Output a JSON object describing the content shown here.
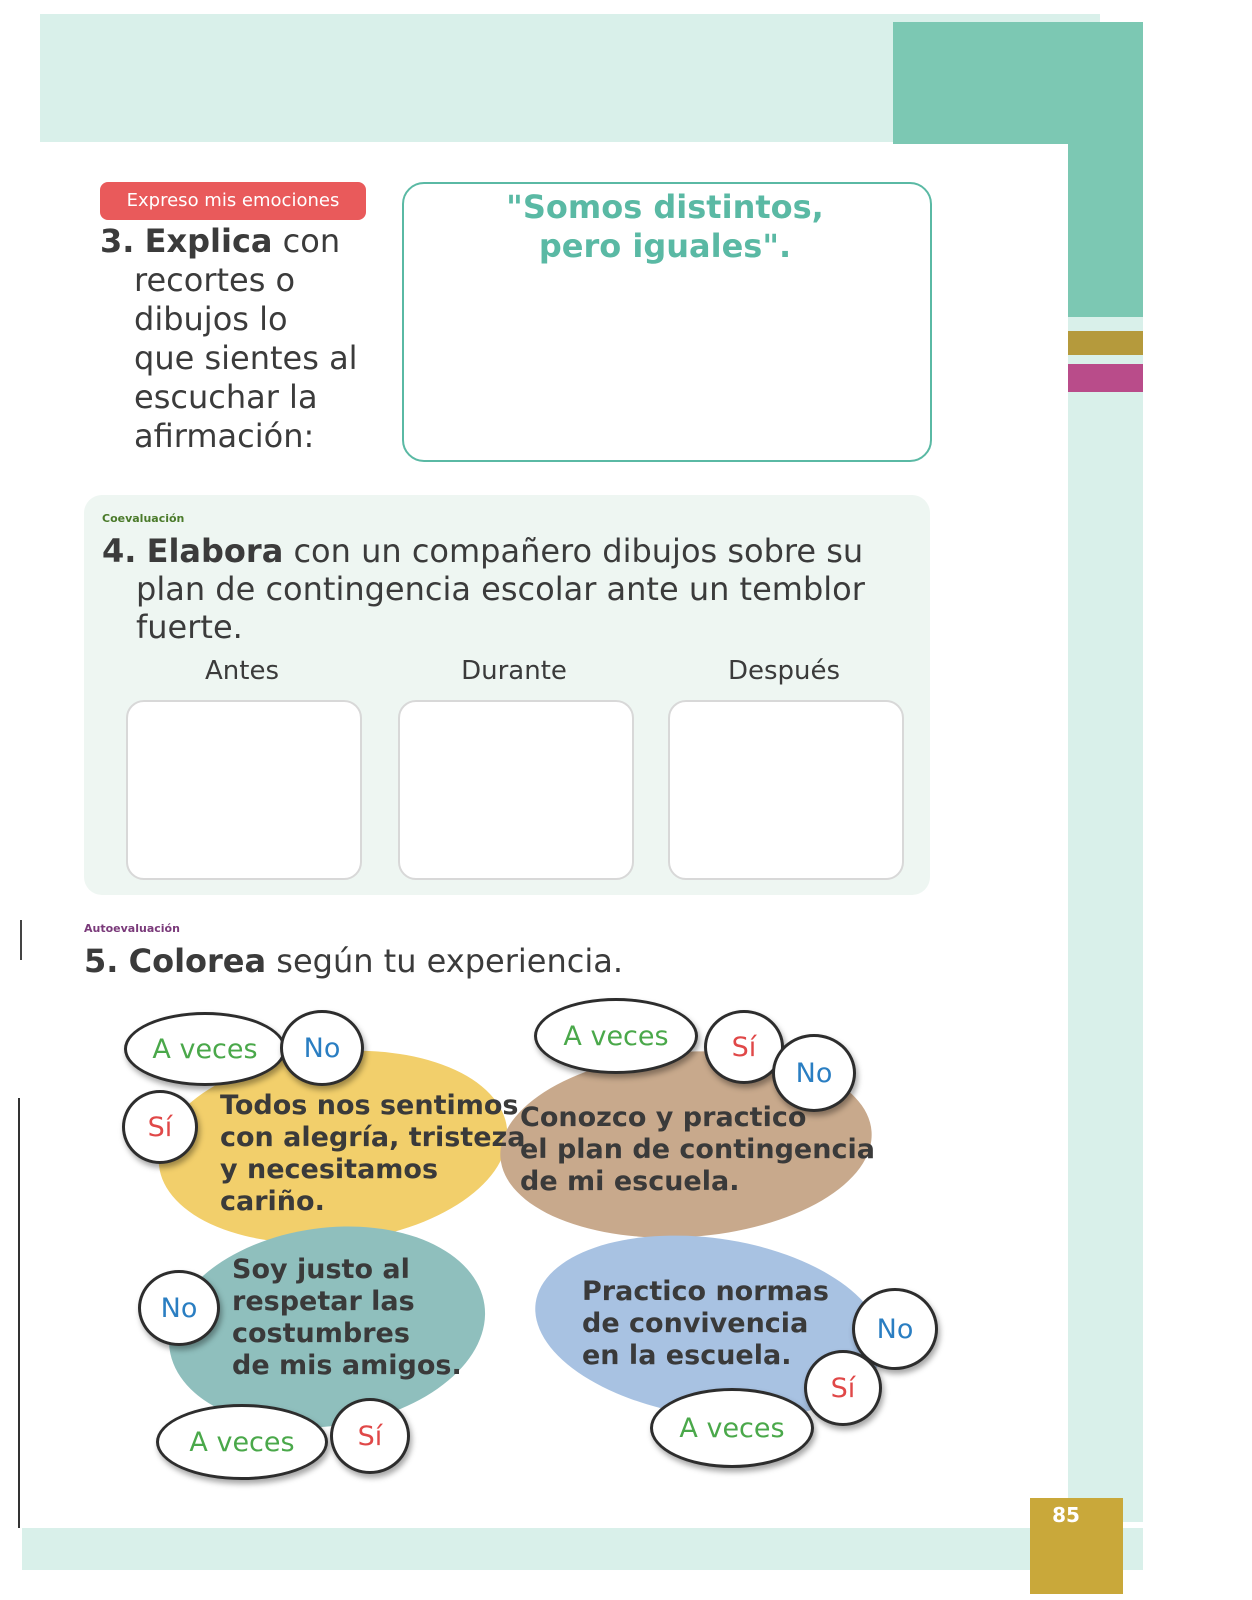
{
  "page": {
    "number": "85"
  },
  "activity3": {
    "badge": "Expreso mis emociones",
    "number": "3.",
    "verb": "Explica",
    "lines": [
      "con",
      "recortes o",
      "dibujos lo",
      "que sientes al",
      "escuchar la",
      "afirmación:"
    ],
    "quote_line1": "\"Somos distintos,",
    "quote_line2": "pero iguales\"."
  },
  "activity4": {
    "label": "Coevaluación",
    "number": "4.",
    "verb": "Elabora",
    "line1_rest": "con un compañero dibujos sobre su",
    "line2": "plan de  contingencia escolar ante un temblor",
    "line3": "fuerte.",
    "columns": [
      "Antes",
      "Durante",
      "Después"
    ]
  },
  "activity5": {
    "label": "Autoevaluación",
    "number": "5.",
    "verb": "Colorea",
    "rest": "según tu experiencia.",
    "statements": [
      {
        "lines": [
          "Todos nos sentimos",
          "con alegría, tristeza",
          "y necesitamos",
          "cariño."
        ],
        "color": "#f2cf6b"
      },
      {
        "lines": [
          "Conozco y practico",
          "el plan de contingencia",
          "de mi escuela."
        ],
        "color": "#c8a98c"
      },
      {
        "lines": [
          "Soy justo al",
          "respetar las",
          "costumbres",
          "de mis amigos."
        ],
        "color": "#8fbfbd"
      },
      {
        "lines": [
          "Practico normas",
          "de convivencia",
          "en la escuela."
        ],
        "color": "#a8c2e2"
      }
    ],
    "options": {
      "sometimes": "A veces",
      "no": "No",
      "yes": "Sí"
    }
  },
  "colors": {
    "accent_teal": "#5ab9a4",
    "badge_red": "#e95a5b",
    "page_gold": "#c9a83a"
  }
}
